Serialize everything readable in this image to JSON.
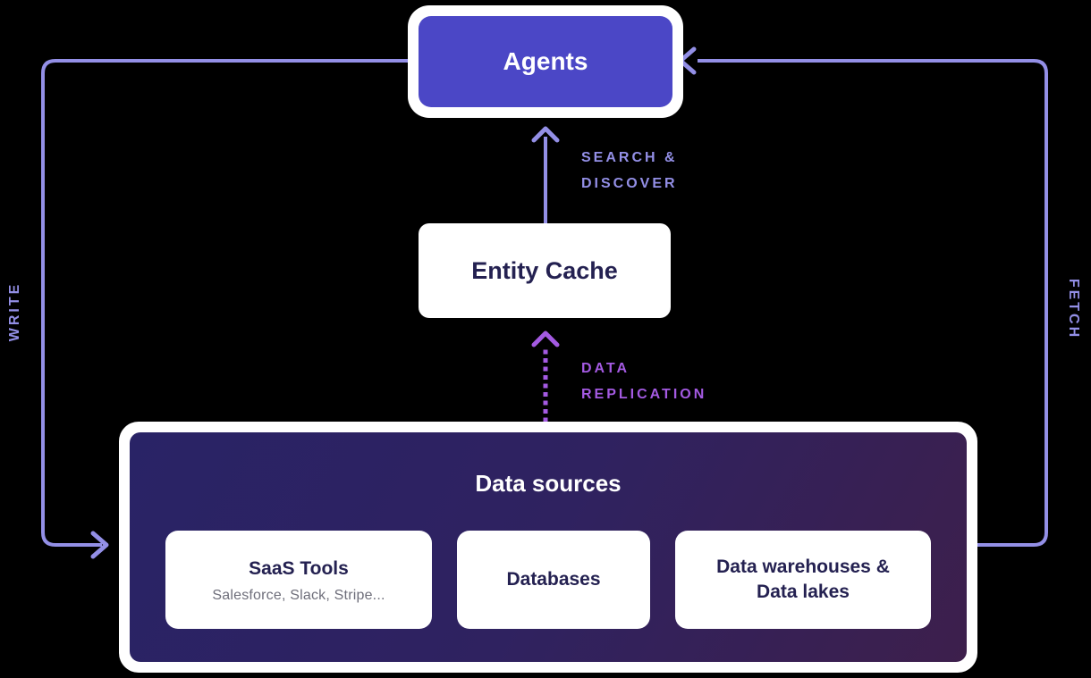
{
  "colors": {
    "background": "#000000",
    "agents_fill": "#4B47C6",
    "node_text": "#242151",
    "panel_text": "#FFFFFF",
    "connector": "#938FE6",
    "replication": "#A45AE2",
    "panel_gradient_start": "#292366",
    "panel_gradient_end": "#3D1F4C",
    "card_subtitle": "#6E6E7A"
  },
  "nodes": {
    "agents": {
      "label": "Agents"
    },
    "entity_cache": {
      "label": "Entity Cache"
    },
    "data_sources": {
      "title": "Data sources",
      "cards": [
        {
          "title": "SaaS Tools",
          "subtitle": "Salesforce, Slack, Stripe..."
        },
        {
          "title": "Databases"
        },
        {
          "title": "Data warehouses & Data lakes"
        }
      ]
    }
  },
  "edges": {
    "search_discover": {
      "lines": [
        "SEARCH &",
        "DISCOVER"
      ],
      "from": "Entity Cache",
      "to": "Agents",
      "style": "solid"
    },
    "data_replication": {
      "lines": [
        "DATA",
        "REPLICATION"
      ],
      "from": "Data sources",
      "to": "Entity Cache",
      "style": "dotted"
    },
    "write": {
      "label": "WRITE",
      "from": "Agents",
      "to": "Data sources",
      "style": "solid"
    },
    "fetch": {
      "label": "FETCH",
      "from": "Data sources",
      "to": "Agents",
      "style": "solid"
    }
  }
}
